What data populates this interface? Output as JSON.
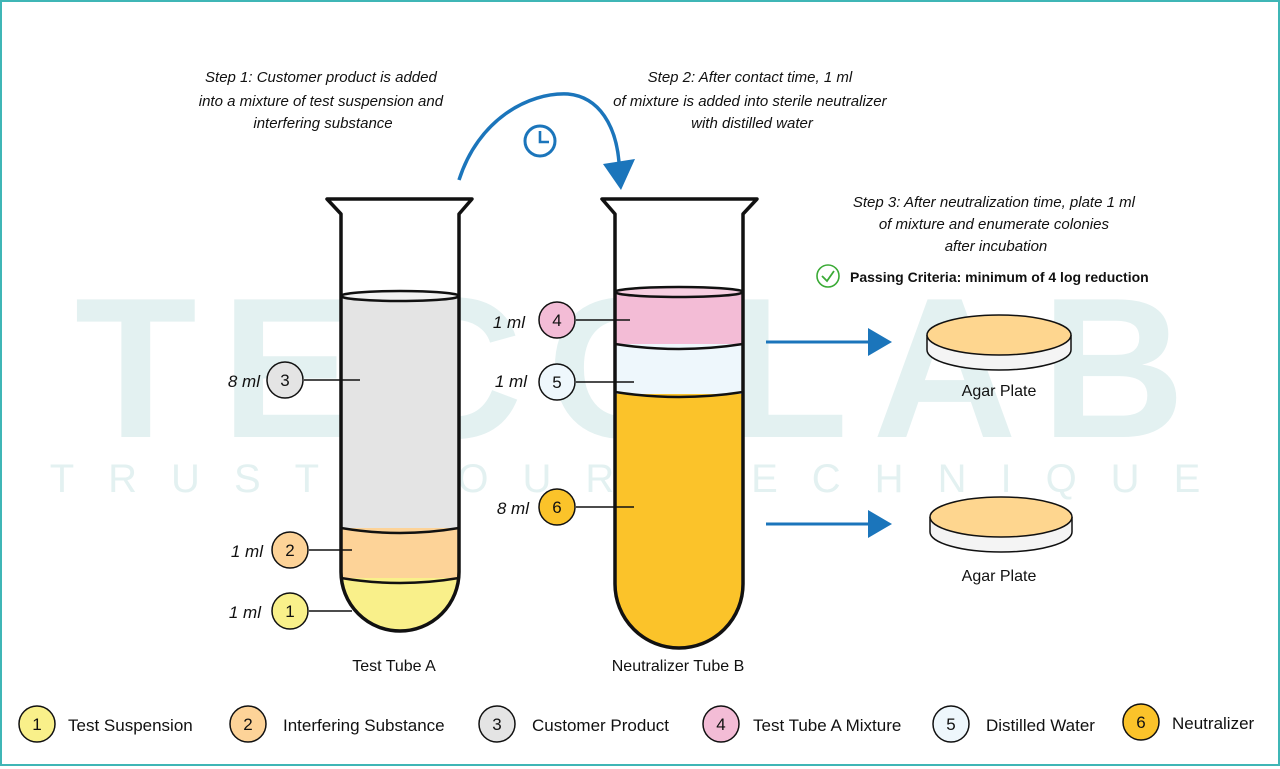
{
  "watermark": {
    "brand": "TECOLAB",
    "tagline": "TRUST YOUR TECHNIQUE"
  },
  "steps": {
    "step1": [
      "Step 1: Customer product is added",
      "into a mixture of test suspension and",
      "interfering substance"
    ],
    "step2": [
      "Step 2: After contact time, 1 ml",
      "of mixture is added into sterile neutralizer",
      "with distilled water"
    ],
    "step3": [
      "Step 3: After neutralization time, plate 1 ml",
      "of mixture and enumerate colonies",
      "after incubation"
    ]
  },
  "passing_criteria": "Passing Criteria: minimum of 4 log reduction",
  "icons": {
    "clock": "clock-icon",
    "check": "check-circle-icon"
  },
  "tube_a": {
    "label": "Test Tube A",
    "layers": [
      {
        "number": "3",
        "volume": "8 ml",
        "color": "#e4e4e4"
      },
      {
        "number": "2",
        "volume": "1 ml",
        "color": "#fdd398"
      },
      {
        "number": "1",
        "volume": "1 ml",
        "color": "#f9f08a"
      }
    ]
  },
  "tube_b": {
    "label": "Neutralizer Tube B",
    "layers": [
      {
        "number": "4",
        "volume": "1 ml",
        "color": "#f3bcd6"
      },
      {
        "number": "5",
        "volume": "1 ml",
        "color": "#eef7fc"
      },
      {
        "number": "6",
        "volume": "8 ml",
        "color": "#fbc32a"
      }
    ]
  },
  "plates": [
    {
      "label": "Agar Plate",
      "color": "#fed68f"
    },
    {
      "label": "Agar Plate",
      "color": "#fed68f"
    }
  ],
  "legend": [
    {
      "number": "1",
      "label": "Test Suspension",
      "color": "#f9f08a"
    },
    {
      "number": "2",
      "label": "Interfering Substance",
      "color": "#fdd398"
    },
    {
      "number": "3",
      "label": "Customer Product",
      "color": "#e4e4e4"
    },
    {
      "number": "4",
      "label": "Test Tube A Mixture",
      "color": "#f3bcd6"
    },
    {
      "number": "5",
      "label": "Distilled Water",
      "color": "#eef7fc"
    },
    {
      "number": "6",
      "label": "Neutralizer",
      "color": "#fbc32a"
    }
  ],
  "colors": {
    "arrow": "#1b75bb",
    "frame": "#3fb6b6",
    "watermark": "#e3f1f1",
    "check": "#3aaa35"
  }
}
